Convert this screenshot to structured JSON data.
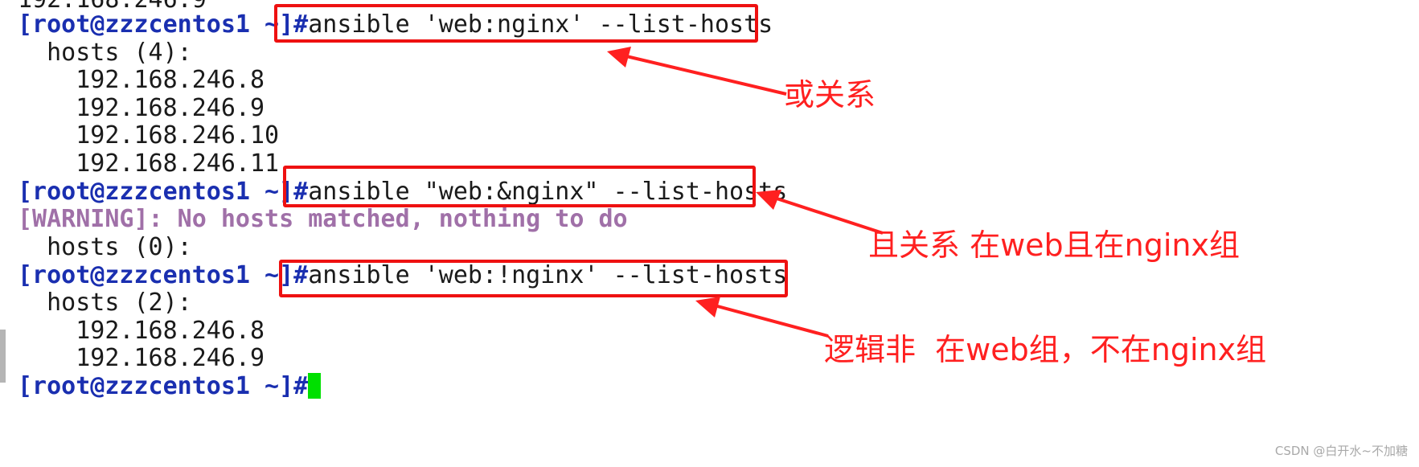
{
  "terminal": {
    "clipped_line": "192.168.246.9",
    "lines": [
      {
        "prompt": "[root@zzzcentos1 ~]#",
        "command": "ansible 'web:nginx' --list-hosts"
      },
      {
        "text": "  hosts (4):"
      },
      {
        "text": "    192.168.246.8"
      },
      {
        "text": "    192.168.246.9"
      },
      {
        "text": "    192.168.246.10"
      },
      {
        "text": "    192.168.246.11"
      },
      {
        "prompt": "[root@zzzcentos1 ~]#",
        "command": "ansible \"web:&nginx\" --list-hosts"
      },
      {
        "warning": "[WARNING]: No hosts matched, nothing to do"
      },
      {
        "text": "  hosts (0):"
      },
      {
        "prompt": "[root@zzzcentos1 ~]#",
        "command": "ansible 'web:!nginx' --list-hosts"
      },
      {
        "text": "  hosts (2):"
      },
      {
        "text": "    192.168.246.8"
      },
      {
        "text": "    192.168.246.9"
      },
      {
        "prompt": "[root@zzzcentos1 ~]#",
        "command": ""
      }
    ]
  },
  "annotations": {
    "or_note": "或关系",
    "and_note": "且关系 在web且在nginx组",
    "not_note": "逻辑非  在web组，不在nginx组"
  },
  "watermark": "CSDN @白开水~不加糖",
  "colors": {
    "prompt": "#1a2fb0",
    "warning": "#a070a8",
    "annotation": "#ff2020",
    "cursor": "#00e000"
  }
}
